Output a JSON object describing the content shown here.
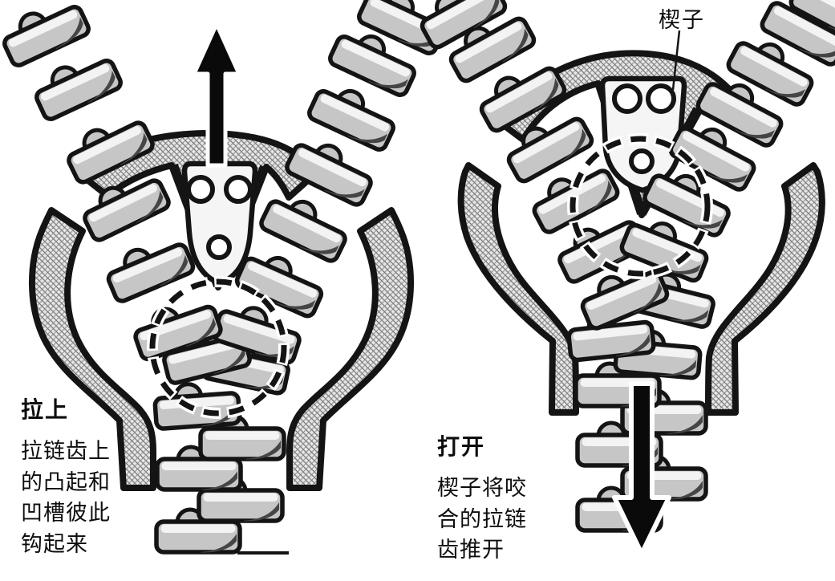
{
  "diagram": {
    "subject": "zipper mechanism",
    "left_panel": {
      "title": "拉上",
      "description_lines": [
        "拉链齿上",
        "的凸起和",
        "凹槽彼此",
        "钩起来"
      ],
      "arrow_direction": "up"
    },
    "right_panel": {
      "title": "打开",
      "description_lines": [
        "楔子将咬",
        "合的拉链",
        "齿推开"
      ],
      "arrow_direction": "down",
      "wedge_label": "楔子"
    },
    "colors": {
      "ink": "#141414",
      "tooth_fill": "#c6c6c6",
      "tooth_highlight": "#f3f3f3",
      "tooth_shadow": "#454545",
      "wedge_fill": "#f5f5f5",
      "background": "#ffffff"
    }
  }
}
